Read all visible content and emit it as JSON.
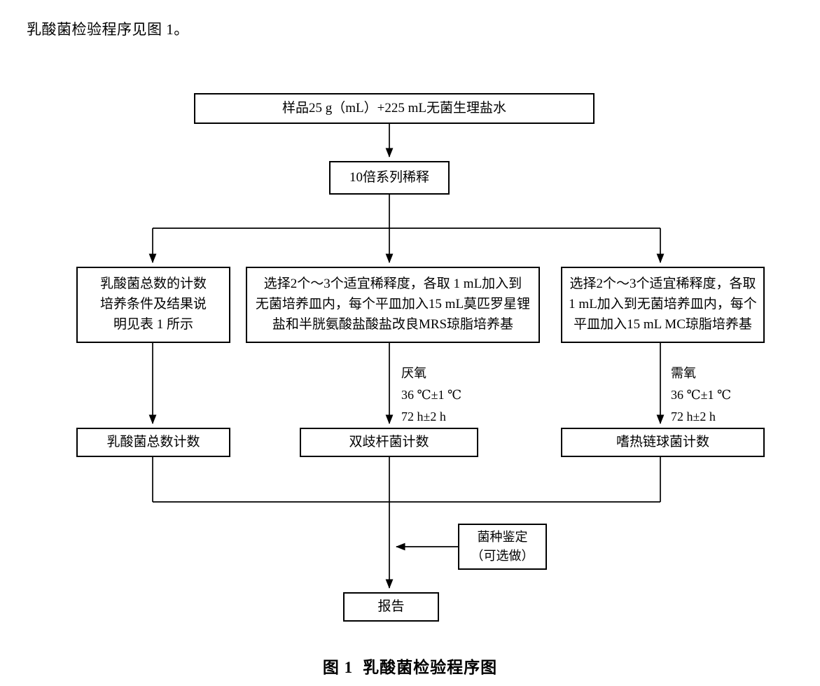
{
  "document": {
    "intro_text": "乳酸菌检验程序见图 1。",
    "caption_label": "图 1",
    "caption_title": "乳酸菌检验程序图"
  },
  "diagram": {
    "title": "乳酸菌检验程序图",
    "nodes": {
      "sample": {
        "text": "样品25 g（mL）+225 mL无菌生理盐水"
      },
      "dilution": {
        "text": "10倍系列稀释"
      },
      "total_info": {
        "line1": "乳酸菌总数的计数",
        "line2": "培养条件及结果说",
        "line3": "明见表 1 所示"
      },
      "mrs_plate": {
        "line1": "选择2个～3个适宜稀释度，各取 1 mL加入到",
        "line2": "无菌培养皿内，每个平皿加入15 mL莫匹罗星锂",
        "line3": "盐和半胱氨酸盐酸盐改良MRS琼脂培养基"
      },
      "mc_plate": {
        "line1": "选择2个～3个适宜稀释度，各取",
        "line2": "1 mL加入到无菌培养皿内，每个",
        "line3": "平皿加入15 mL MC琼脂培养基"
      },
      "total_count": {
        "text": "乳酸菌总数计数"
      },
      "bifido_count": {
        "text": "双歧杆菌计数"
      },
      "strep_count": {
        "text": "嗜热链球菌计数"
      },
      "identification": {
        "line1": "菌种鉴定",
        "line2": "（可选做）"
      },
      "report": {
        "text": "报告"
      }
    },
    "annotations": {
      "anaerobic": {
        "line1": "厌氧",
        "line2": "36 ℃±1 ℃",
        "line3": "72 h±2 h"
      },
      "aerobic": {
        "line1": "需氧",
        "line2": "36 ℃±1 ℃",
        "line3": "72 h±2 h"
      }
    },
    "colors": {
      "stroke": "#000000",
      "background": "#ffffff",
      "text": "#000000"
    }
  }
}
